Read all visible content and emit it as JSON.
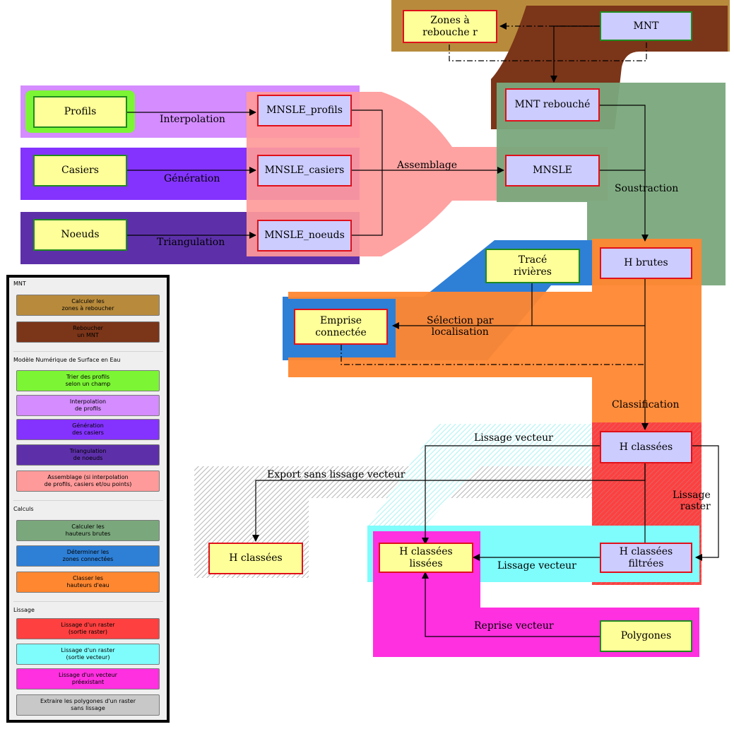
{
  "colors": {
    "mnt_calc": "#b88b3c",
    "mnt_fill": "#7b3519",
    "profils_sort": "#7cf535",
    "interp": "#d48cff",
    "gen": "#8433ff",
    "tri": "#5d30aa",
    "assemb": "#ff9a9a",
    "brutes": "#7aa87c",
    "connect": "#2e7fd6",
    "classer": "#ff8730",
    "raster_raster": "#ff4040",
    "raster_vecteur": "#7ffcfc",
    "vecteur": "#ff30e0",
    "gris": "#c8c8c8"
  },
  "nodes": {
    "zones": "Zones à\nrebouche r",
    "mnt": "MNT",
    "mnt_rebouche": "MNT rebouché",
    "profils": "Profils",
    "casiers": "Casiers",
    "noeuds": "Noeuds",
    "mnsle_profils": "MNSLE_profils",
    "mnsle_casiers": "MNSLE_casiers",
    "mnsle_noeuds": "MNSLE_noeuds",
    "mnsle": "MNSLE",
    "h_brutes": "H brutes",
    "trace_rivieres": "Tracé\nrivières",
    "emprise": "Emprise\nconnectée",
    "h_classees": "H classées",
    "h_classees_export": "H classées",
    "h_classees_lissees": "H classées lissées",
    "h_classees_filtrees": "H classées filtrées",
    "polygones": "Polygones"
  },
  "edge_labels": {
    "interpolation": "Interpolation",
    "generation": "Génération",
    "triangulation": "Triangulation",
    "assemblage": "Assemblage",
    "soustraction": "Soustraction",
    "selection": "Sélection par\nlocalisation",
    "classification": "Classification",
    "lissage_vecteur_top": "Lissage vecteur",
    "export": "Export sans lissage vecteur",
    "lissage_raster": "Lissage\nraster",
    "lissage_vecteur_bottom": "Lissage vecteur",
    "reprise": "Reprise vecteur"
  },
  "panel": {
    "sections": [
      {
        "title": "MNT",
        "buttons": [
          {
            "label": "Calculer les\nzones à reboucher",
            "color": "#b88b3c"
          },
          {
            "label": "Reboucher\nun MNT",
            "color": "#7b3519"
          }
        ]
      },
      {
        "title": "Modèle Numérique de Surface en Eau",
        "buttons": [
          {
            "label": "Trier des profils\nselon un champ",
            "color": "#7cf535"
          },
          {
            "label": "Interpolation\nde profils",
            "color": "#d48cff"
          },
          {
            "label": "Génération\ndes casiers",
            "color": "#8433ff"
          },
          {
            "label": "Triangulation\nde noeuds",
            "color": "#5d30aa"
          },
          {
            "label": "Assemblage (si interpolation\nde profils, casiers et/ou points)",
            "color": "#ff9a9a"
          }
        ]
      },
      {
        "title": "Calculs",
        "buttons": [
          {
            "label": "Calculer les\nhauteurs brutes",
            "color": "#7aa87c"
          },
          {
            "label": "Déterminer les\nzones connectées",
            "color": "#2e7fd6"
          },
          {
            "label": "Classer les\nhauteurs d'eau",
            "color": "#ff8730"
          }
        ]
      },
      {
        "title": "Lissage",
        "buttons": [
          {
            "label": "Lissage d'un raster\n(sortie raster)",
            "color": "#ff4040"
          },
          {
            "label": "Lissage d'un raster\n(sortie vecteur)",
            "color": "#7ffcfc"
          },
          {
            "label": "Lissage d'un vecteur\npréexistant",
            "color": "#ff30e0"
          },
          {
            "label": "Extraire les polygones d'un raster\nsans lissage",
            "color": "#c8c8c8"
          }
        ]
      }
    ]
  }
}
